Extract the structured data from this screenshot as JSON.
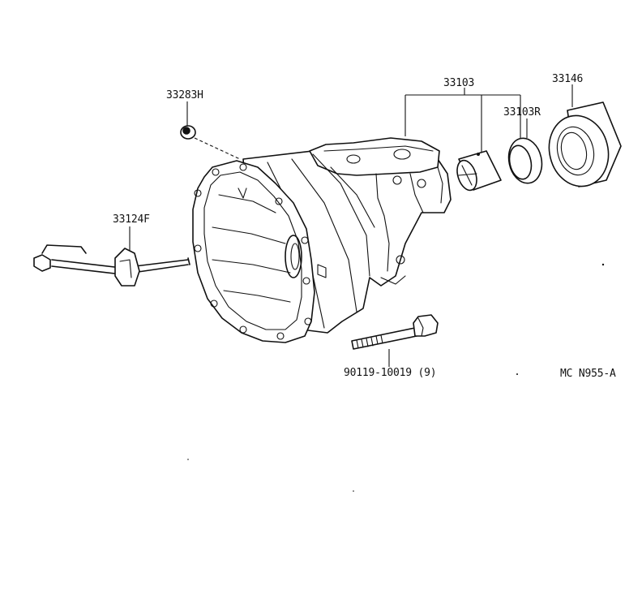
{
  "labels": {
    "case_assembly": "33103",
    "rear_bushing": "33103R",
    "seal_ring": "33146",
    "plug": "33283H",
    "shift_lever": "33124F",
    "bolt": "90119-10019 (9)",
    "diagram_code": "MC N955-A"
  },
  "colors": {
    "ink": "#111111",
    "paper": "#ffffff"
  }
}
